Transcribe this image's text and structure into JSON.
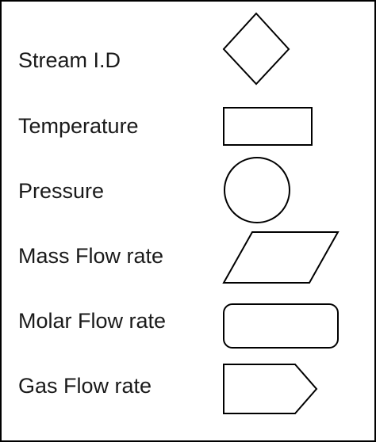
{
  "legend": {
    "items": [
      {
        "label": "Stream I.D",
        "icon": "diamond"
      },
      {
        "label": "Temperature",
        "icon": "rectangle"
      },
      {
        "label": "Pressure",
        "icon": "circle"
      },
      {
        "label": "Mass Flow rate",
        "icon": "parallelogram"
      },
      {
        "label": "Molar Flow rate",
        "icon": "rounded-rectangle"
      },
      {
        "label": "Gas Flow rate",
        "icon": "pentagon-arrow"
      }
    ]
  }
}
